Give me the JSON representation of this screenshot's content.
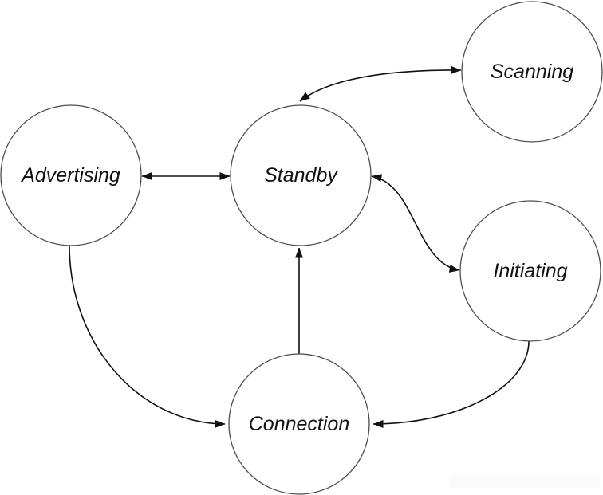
{
  "diagram": {
    "type": "state-machine",
    "subject": "link-layer-states",
    "states": [
      {
        "id": "advertising",
        "label": "Advertising"
      },
      {
        "id": "standby",
        "label": "Standby"
      },
      {
        "id": "scanning",
        "label": "Scanning"
      },
      {
        "id": "initiating",
        "label": "Initiating"
      },
      {
        "id": "connection",
        "label": "Connection"
      }
    ],
    "transitions": [
      {
        "from": "Advertising",
        "to": "Standby",
        "bidirectional": true,
        "shape": "straight-horizontal"
      },
      {
        "from": "Standby",
        "to": "Scanning",
        "bidirectional": true,
        "shape": "curved"
      },
      {
        "from": "Standby",
        "to": "Initiating",
        "bidirectional": true,
        "shape": "s-curve"
      },
      {
        "from": "Connection",
        "to": "Standby",
        "bidirectional": false,
        "shape": "straight-vertical"
      },
      {
        "from": "Advertising",
        "to": "Connection",
        "bidirectional": false,
        "shape": "quarter-arc"
      },
      {
        "from": "Initiating",
        "to": "Connection",
        "bidirectional": false,
        "shape": "quarter-arc"
      }
    ],
    "colors": {
      "background": "#ffffff",
      "node_fill": "#ffffff",
      "node_stroke": "#4d4d4d",
      "arrow": "#111111",
      "text": "#111111",
      "watermark_remnant": "#fafafa"
    }
  }
}
